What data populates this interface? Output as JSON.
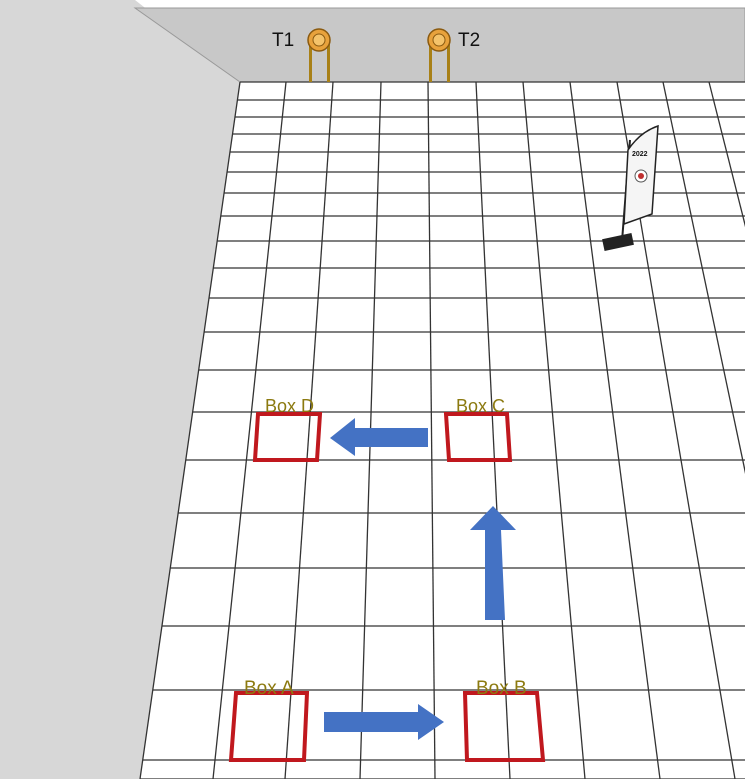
{
  "targets": [
    {
      "label": "T1"
    },
    {
      "label": "T2"
    }
  ],
  "boxes": [
    {
      "label": "Box A"
    },
    {
      "label": "Box B"
    },
    {
      "label": "Box C"
    },
    {
      "label": "Box D"
    }
  ],
  "flag": {
    "year": "2022"
  },
  "colors": {
    "box_outline": "#c0181e",
    "box_label": "#8c7a10",
    "arrow": "#4472c4",
    "grid_line": "#333333",
    "wall": "#c8c8c8",
    "target": "#e0a028"
  }
}
